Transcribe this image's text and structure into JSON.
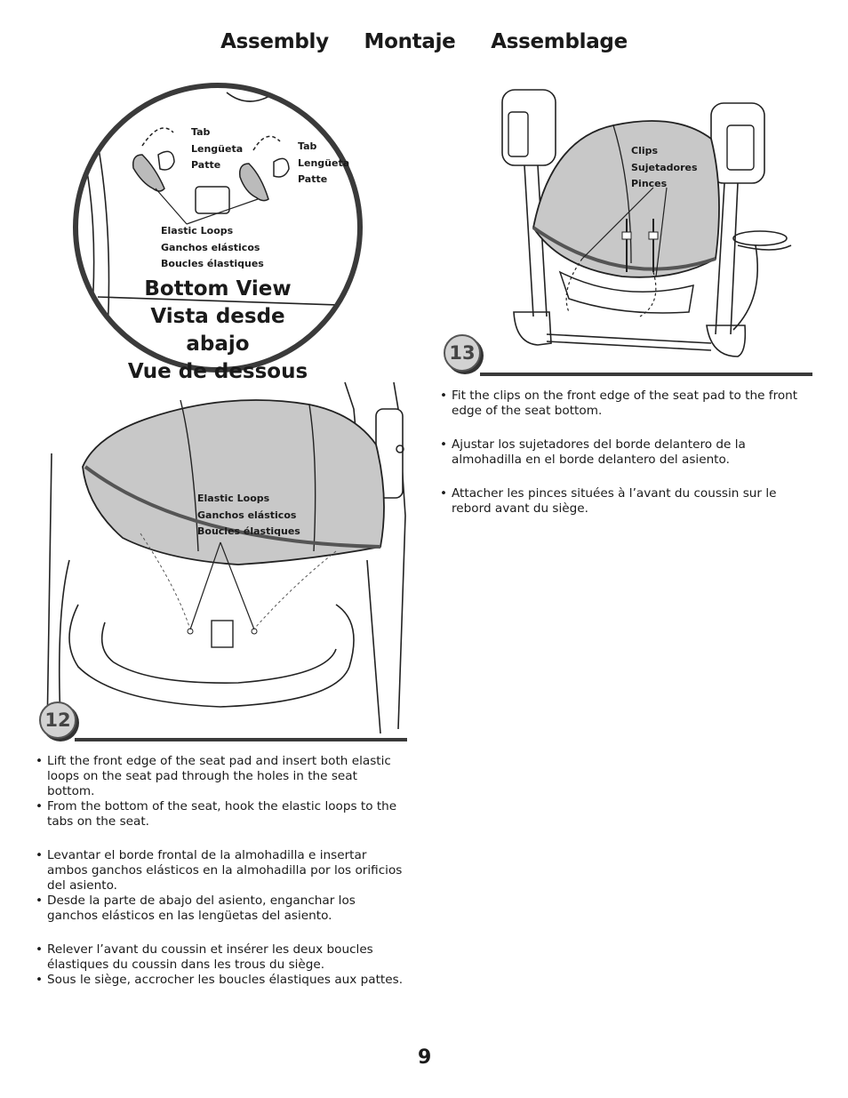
{
  "header": {
    "titles": [
      "Assembly",
      "Montaje",
      "Assemblage"
    ]
  },
  "bottom_view": {
    "tab_left": [
      "Tab",
      "Lengüeta",
      "Patte"
    ],
    "tab_right": [
      "Tab",
      "Lengüeta",
      "Patte"
    ],
    "elastic_loops": [
      "Elastic Loops",
      "Ganchos elásticos",
      "Boucles élastiques"
    ],
    "title": [
      "Bottom View",
      "Vista desde abajo",
      "Vue de dessous"
    ]
  },
  "step12": {
    "number": "12",
    "callout": [
      "Elastic Loops",
      "Ganchos elásticos",
      "Boucles élastiques"
    ],
    "instructions": [
      [
        "Lift the front edge of the seat pad and insert both elastic loops on the seat pad through the holes in the seat bottom.",
        "From the bottom of the seat, hook the elastic loops to the tabs on the seat."
      ],
      [
        "Levantar el borde frontal de la almohadilla e insertar ambos ganchos elásticos en la almohadilla por los orificios del asiento.",
        "Desde la parte de abajo del asiento, enganchar los ganchos elásticos en las lengüetas del asiento."
      ],
      [
        "Relever l’avant du coussin et insérer les deux boucles élastiques du coussin dans les trous du siège.",
        "Sous le siège, accrocher les boucles élastiques aux pattes."
      ]
    ]
  },
  "step13": {
    "number": "13",
    "callout": [
      "Clips",
      "Sujetadores",
      "Pinces"
    ],
    "instructions": [
      "Fit the clips on the front edge of the seat pad to the front edge of the seat bottom.",
      "Ajustar los sujetadores del borde delantero de la almohadilla en el borde delantero del asiento.",
      "Attacher les pinces situées à l’avant du coussin sur le rebord avant du siège."
    ]
  },
  "footer": {
    "page_number": "9"
  }
}
